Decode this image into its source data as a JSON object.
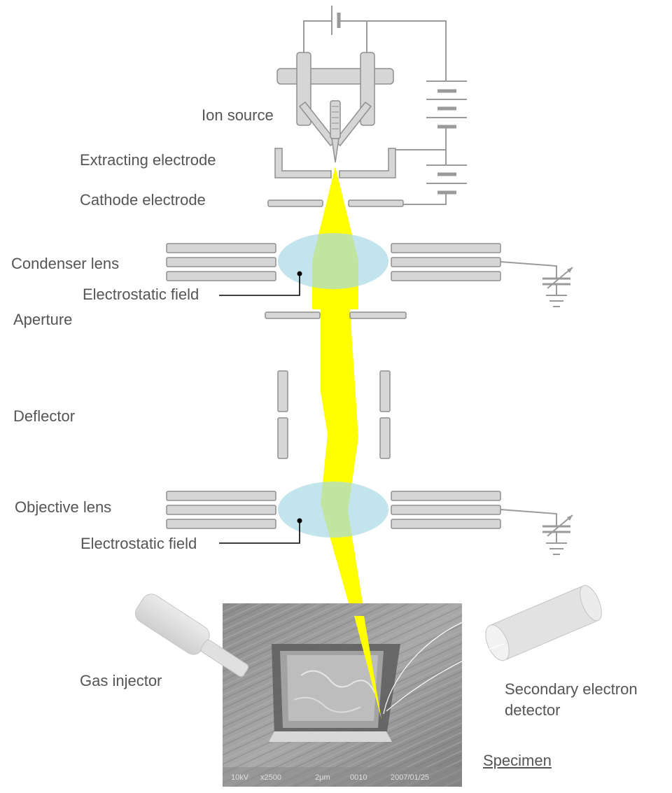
{
  "labels": {
    "ion_source": "Ion source",
    "extracting_electrode": "Extracting electrode",
    "cathode_electrode": "Cathode electrode",
    "condenser_lens": "Condenser lens",
    "electrostatic_field_condenser": "Electrostatic field",
    "aperture": "Aperture",
    "deflector": "Deflector",
    "objective_lens": "Objective lens",
    "electrostatic_field_objective": "Electrostatic field",
    "gas_injector": "Gas injector",
    "secondary_electron_detector_line1": "Secondary electron",
    "secondary_electron_detector_line2": "detector",
    "specimen": "Specimen"
  },
  "specimen_image": {
    "caption": [
      "10kV",
      "x2500",
      "2μm",
      "0010",
      "2007/01/25"
    ]
  },
  "colors": {
    "beam": "#ffff00",
    "lens_field": "#a8d8e6",
    "electrode_fill": "#d6d6d6",
    "electrode_stroke": "#8f8f8f",
    "wire": "#9a9a9a",
    "label_text": "#555555"
  }
}
